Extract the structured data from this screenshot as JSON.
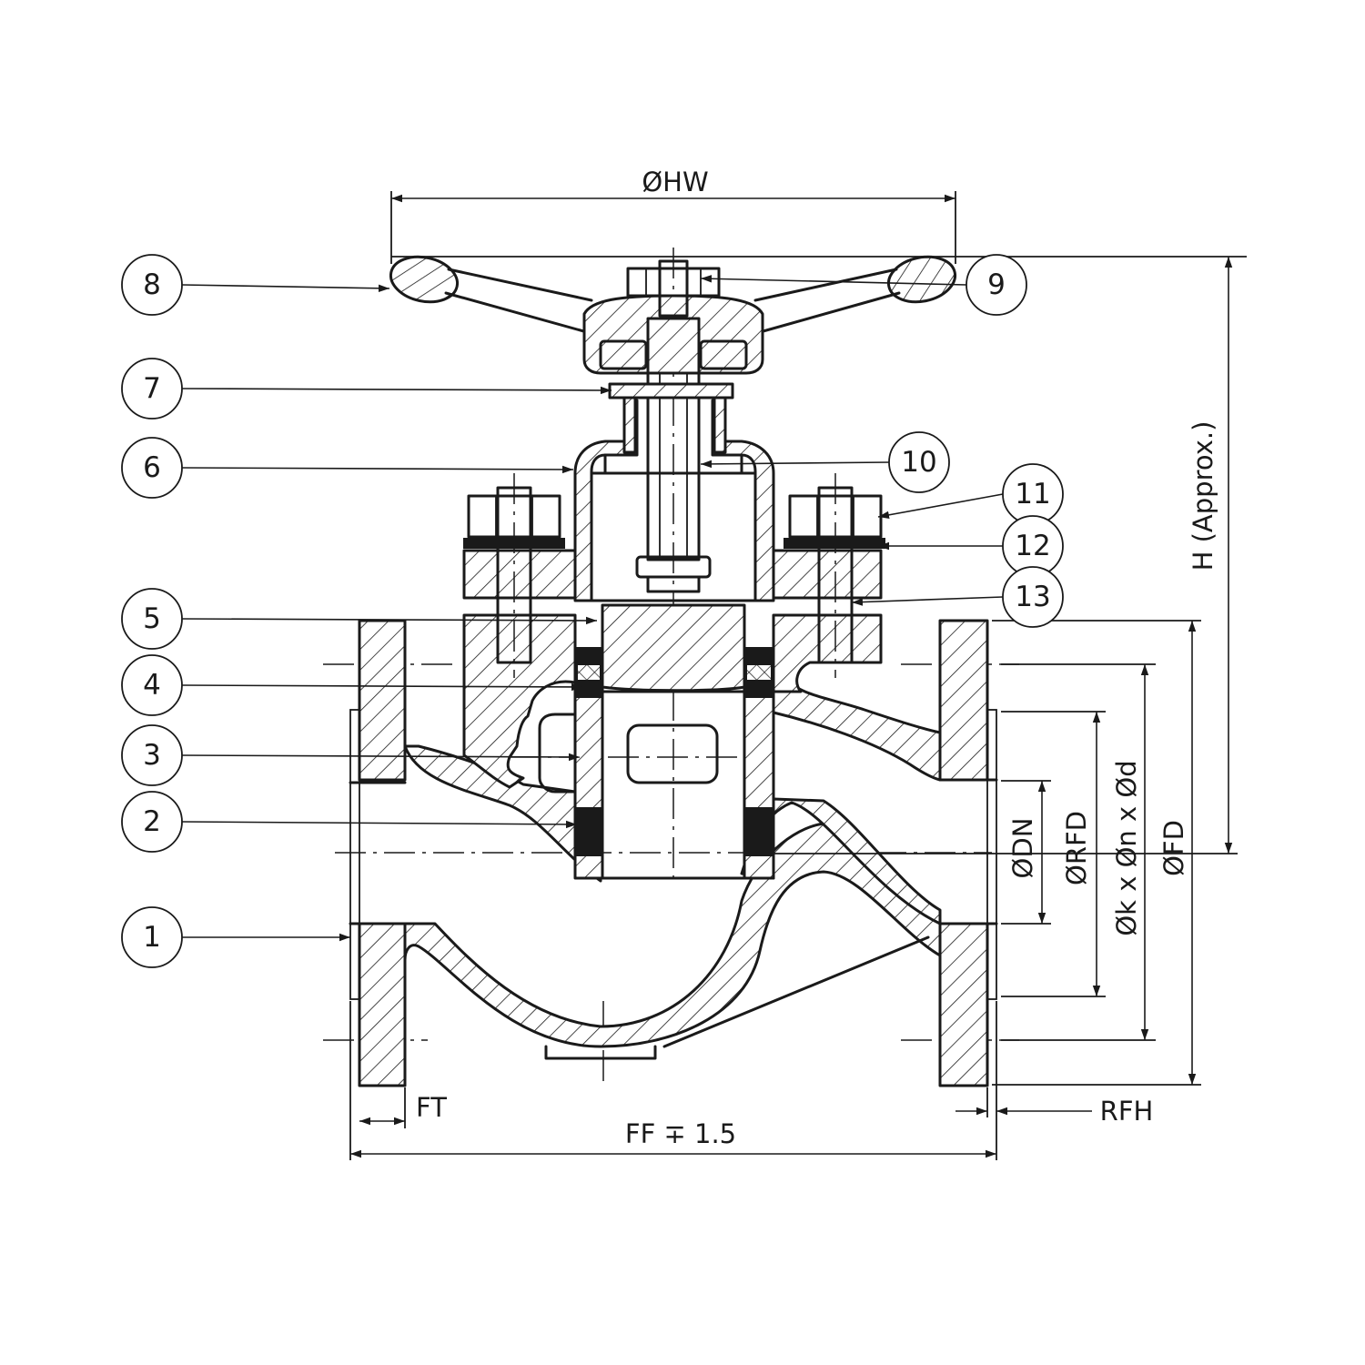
{
  "callouts": [
    {
      "id": "callout-1",
      "number": "1"
    },
    {
      "id": "callout-2",
      "number": "2"
    },
    {
      "id": "callout-3",
      "number": "3"
    },
    {
      "id": "callout-4",
      "number": "4"
    },
    {
      "id": "callout-5",
      "number": "5"
    },
    {
      "id": "callout-6",
      "number": "6"
    },
    {
      "id": "callout-7",
      "number": "7"
    },
    {
      "id": "callout-8",
      "number": "8"
    },
    {
      "id": "callout-9",
      "number": "9"
    },
    {
      "id": "callout-10",
      "number": "10"
    },
    {
      "id": "callout-11",
      "number": "11"
    },
    {
      "id": "callout-12",
      "number": "12"
    },
    {
      "id": "callout-13",
      "number": "13"
    }
  ],
  "dimensions": {
    "handwheel_diameter": "ØHW",
    "height": "H (Approx.)",
    "flange_thickness": "FT",
    "face_to_face": "FF ∓ 1.5",
    "raised_face_height": "RFH",
    "nominal_diameter": "ØDN",
    "raised_face_diameter": "ØRFD",
    "bolt_pattern": "Øk x Øn x Ød",
    "flange_diameter": "ØFD"
  }
}
